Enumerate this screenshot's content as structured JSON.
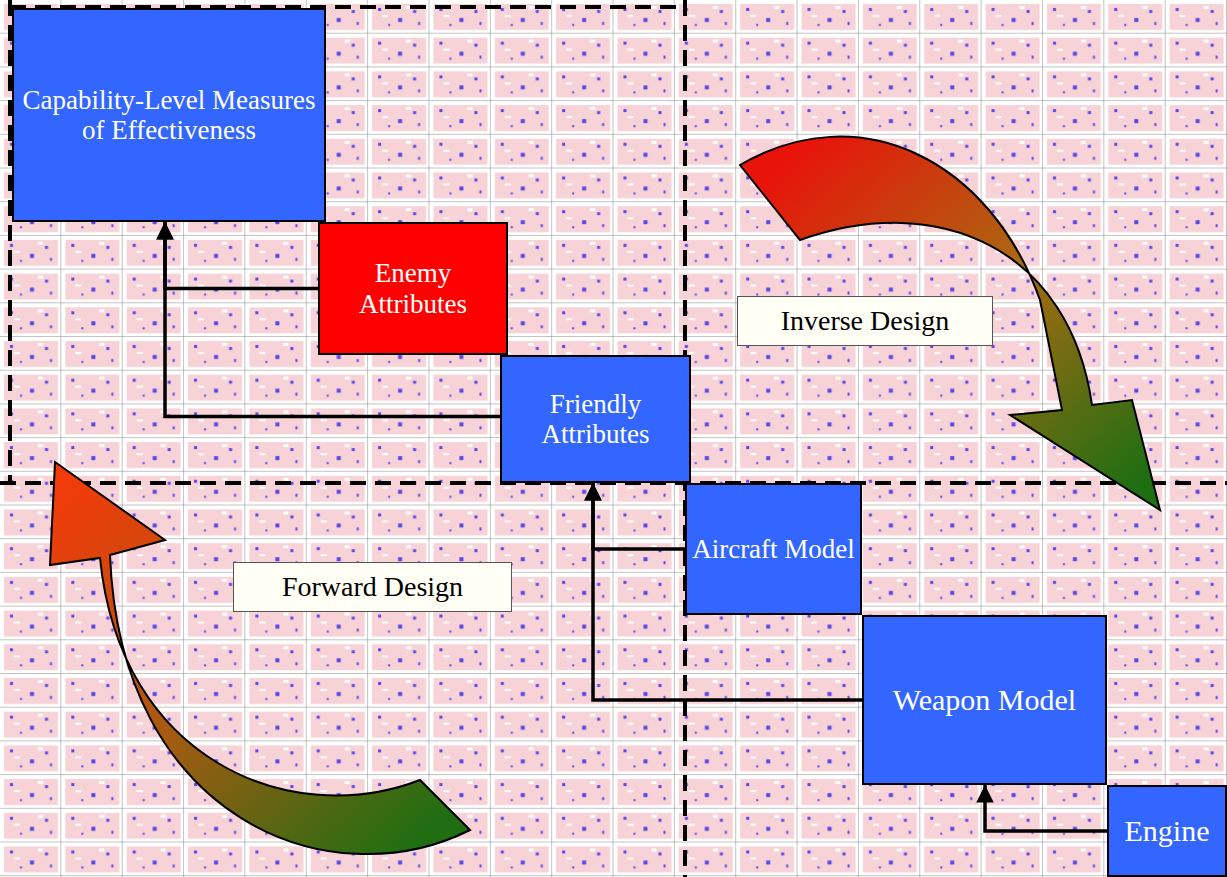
{
  "diagram": {
    "nodes": [
      {
        "text": [
          "Capability-Level Measures of Effectiveness"
        ]
      },
      {
        "text": [
          "Enemy Attributes"
        ]
      },
      {
        "text": [
          "Friendly Attributes"
        ]
      },
      {
        "text": [
          "Aircraft Model"
        ]
      },
      {
        "text": [
          "Weapon Model"
        ]
      },
      {
        "text": [
          "Engine"
        ]
      },
      {
        "text": [
          "Inverse Design"
        ]
      },
      {
        "text": [
          "Forward Design"
        ]
      }
    ],
    "edges": [
      {
        "from": 1,
        "to": 0,
        "arrow": "to"
      },
      {
        "from": 2,
        "to": 0,
        "arrow": "to"
      },
      {
        "from": 3,
        "to": 2,
        "arrow": "to"
      },
      {
        "from": 4,
        "to": 2,
        "arrow": "to"
      },
      {
        "from": 5,
        "to": 4,
        "arrow": "to"
      }
    ]
  }
}
